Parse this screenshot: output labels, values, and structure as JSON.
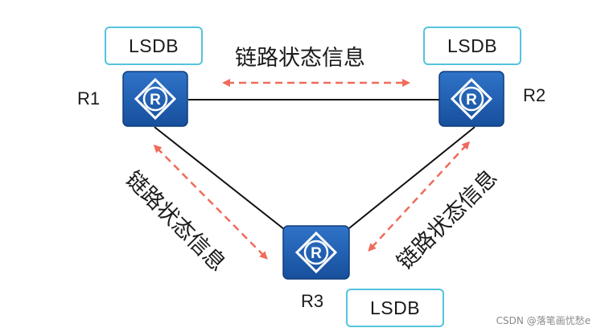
{
  "routers": [
    {
      "id": "r1",
      "label": "R1",
      "lsdb": "LSDB",
      "icon_letter": "R"
    },
    {
      "id": "r2",
      "label": "R2",
      "lsdb": "LSDB",
      "icon_letter": "R"
    },
    {
      "id": "r3",
      "label": "R3",
      "lsdb": "LSDB",
      "icon_letter": "R"
    }
  ],
  "link_labels": {
    "top": "链路状态信息",
    "left": "链路状态信息",
    "right": "链路状态信息"
  },
  "colors": {
    "router_fill": "#1f5fb4",
    "router_border": "#0f3d7a",
    "link_line": "#111111",
    "arrow_dashed": "#ef6b5a",
    "lsdb_border": "#55c3dd"
  },
  "watermark": "CSDN @落笔画忧愁e"
}
